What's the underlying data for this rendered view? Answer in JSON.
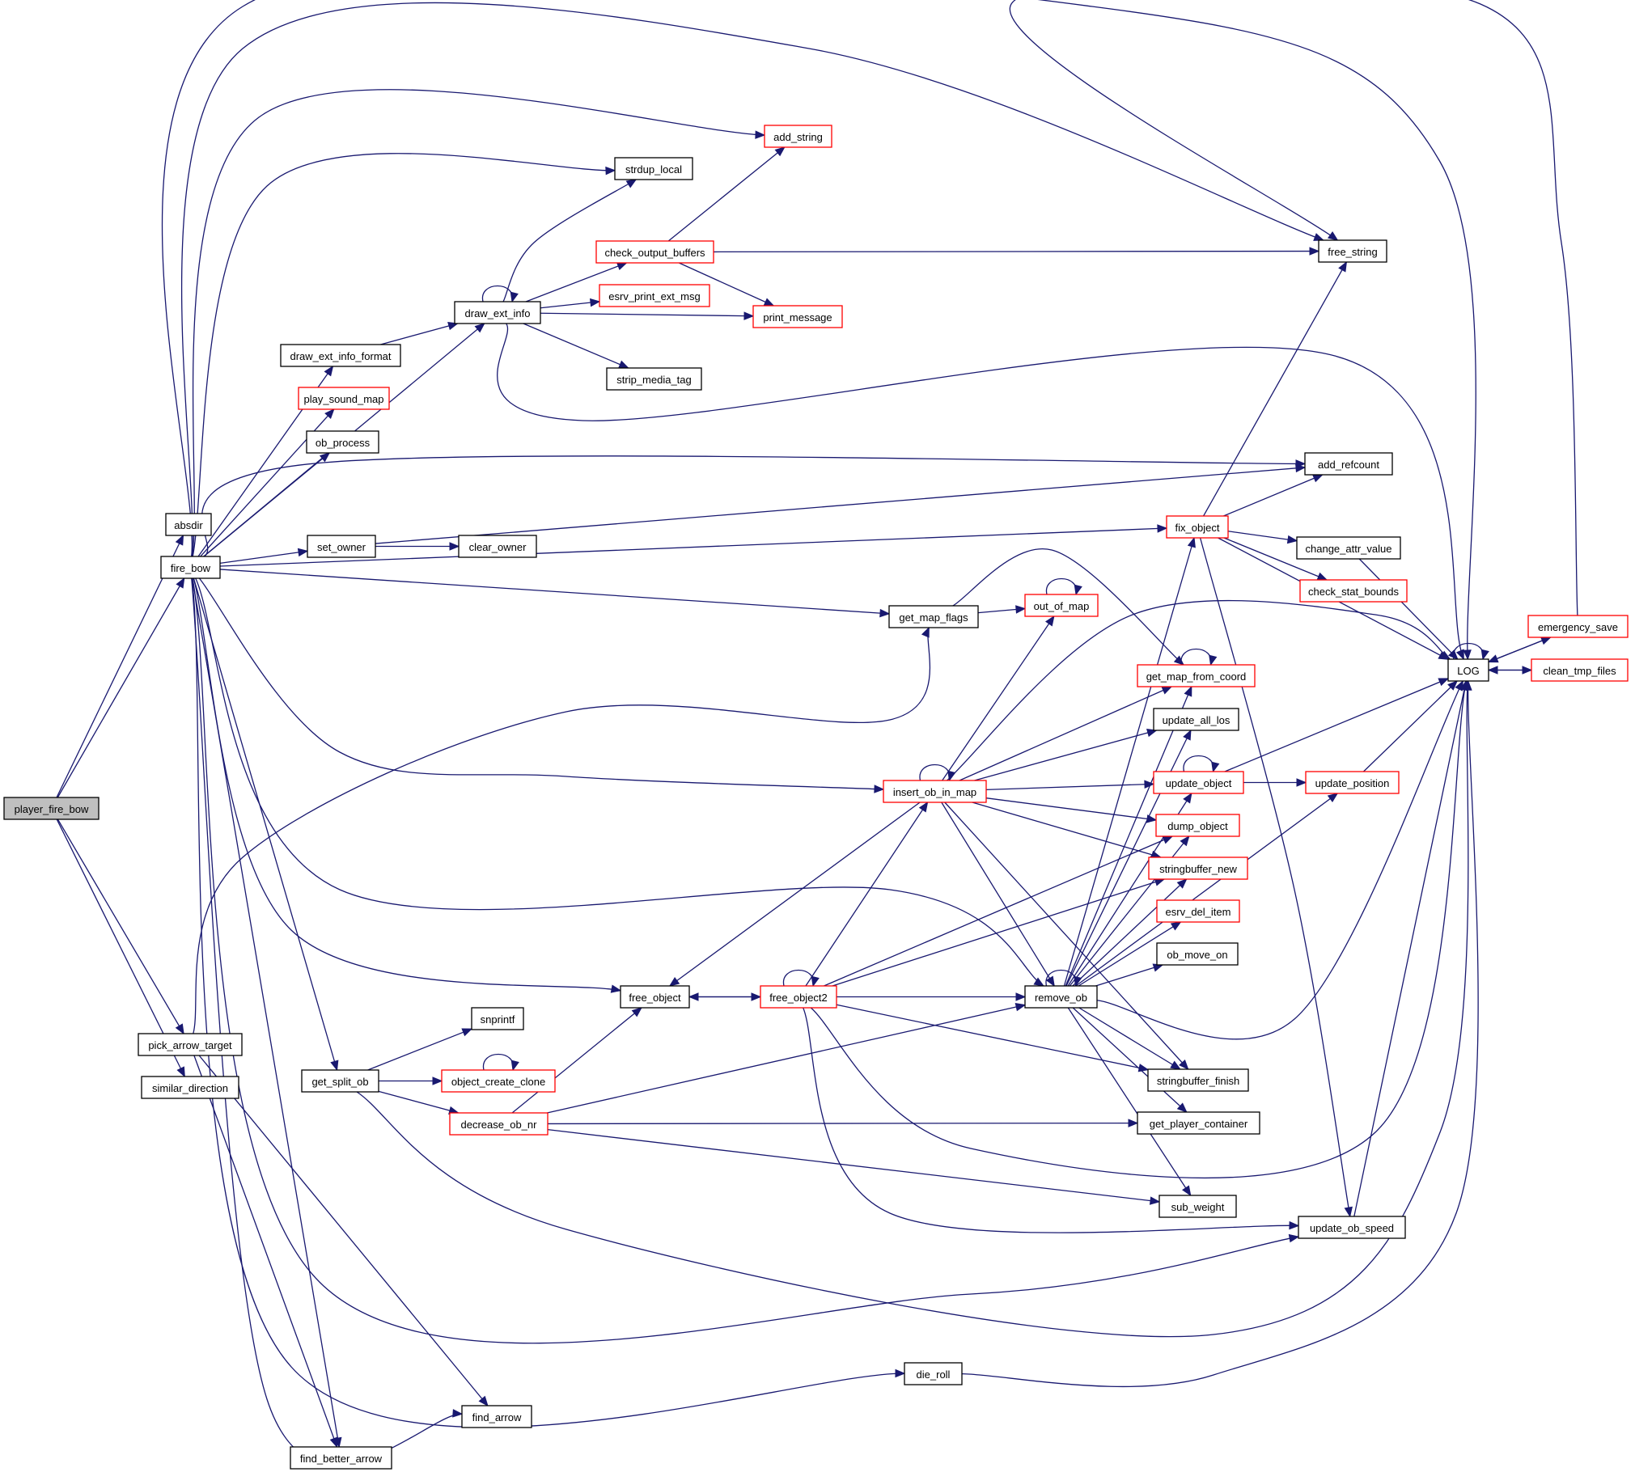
{
  "graph": {
    "colors": {
      "edge": "#191970",
      "node_border": "#000000",
      "truncated_border": "#ff0000",
      "root_fill": "#bfbfbf",
      "node_fill": "#ffffff"
    },
    "root": "player_fire_bow",
    "nodes": [
      {
        "id": "player_fire_bow",
        "label": "player_fire_bow",
        "style": "root"
      },
      {
        "id": "absdir",
        "label": "absdir",
        "style": "normal"
      },
      {
        "id": "fire_bow",
        "label": "fire_bow",
        "style": "normal"
      },
      {
        "id": "pick_arrow_target",
        "label": "pick_arrow_target",
        "style": "normal"
      },
      {
        "id": "similar_direction",
        "label": "similar_direction",
        "style": "normal"
      },
      {
        "id": "add_string",
        "label": "add_string",
        "style": "truncated"
      },
      {
        "id": "strdup_local",
        "label": "strdup_local",
        "style": "normal"
      },
      {
        "id": "check_output_buffers",
        "label": "check_output_buffers",
        "style": "truncated"
      },
      {
        "id": "esrv_print_ext_msg",
        "label": "esrv_print_ext_msg",
        "style": "truncated"
      },
      {
        "id": "draw_ext_info",
        "label": "draw_ext_info",
        "style": "normal"
      },
      {
        "id": "print_message",
        "label": "print_message",
        "style": "truncated"
      },
      {
        "id": "draw_ext_info_format",
        "label": "draw_ext_info_format",
        "style": "normal"
      },
      {
        "id": "strip_media_tag",
        "label": "strip_media_tag",
        "style": "normal"
      },
      {
        "id": "play_sound_map",
        "label": "play_sound_map",
        "style": "truncated"
      },
      {
        "id": "ob_process",
        "label": "ob_process",
        "style": "normal"
      },
      {
        "id": "add_refcount",
        "label": "add_refcount",
        "style": "normal"
      },
      {
        "id": "set_owner",
        "label": "set_owner",
        "style": "normal"
      },
      {
        "id": "clear_owner",
        "label": "clear_owner",
        "style": "normal"
      },
      {
        "id": "fix_object",
        "label": "fix_object",
        "style": "truncated"
      },
      {
        "id": "change_attr_value",
        "label": "change_attr_value",
        "style": "normal"
      },
      {
        "id": "check_stat_bounds",
        "label": "check_stat_bounds",
        "style": "truncated"
      },
      {
        "id": "free_string",
        "label": "free_string",
        "style": "normal"
      },
      {
        "id": "get_map_flags",
        "label": "get_map_flags",
        "style": "normal"
      },
      {
        "id": "out_of_map",
        "label": "out_of_map",
        "style": "truncated"
      },
      {
        "id": "get_map_from_coord",
        "label": "get_map_from_coord",
        "style": "truncated"
      },
      {
        "id": "update_all_los",
        "label": "update_all_los",
        "style": "normal"
      },
      {
        "id": "insert_ob_in_map",
        "label": "insert_ob_in_map",
        "style": "truncated"
      },
      {
        "id": "update_object",
        "label": "update_object",
        "style": "truncated"
      },
      {
        "id": "update_position",
        "label": "update_position",
        "style": "truncated"
      },
      {
        "id": "dump_object",
        "label": "dump_object",
        "style": "truncated"
      },
      {
        "id": "stringbuffer_new",
        "label": "stringbuffer_new",
        "style": "truncated"
      },
      {
        "id": "esrv_del_item",
        "label": "esrv_del_item",
        "style": "truncated"
      },
      {
        "id": "ob_move_on",
        "label": "ob_move_on",
        "style": "normal"
      },
      {
        "id": "free_object",
        "label": "free_object",
        "style": "normal"
      },
      {
        "id": "free_object2",
        "label": "free_object2",
        "style": "truncated"
      },
      {
        "id": "remove_ob",
        "label": "remove_ob",
        "style": "normal"
      },
      {
        "id": "snprintf",
        "label": "snprintf",
        "style": "normal"
      },
      {
        "id": "get_split_ob",
        "label": "get_split_ob",
        "style": "normal"
      },
      {
        "id": "object_create_clone",
        "label": "object_create_clone",
        "style": "truncated"
      },
      {
        "id": "decrease_ob_nr",
        "label": "decrease_ob_nr",
        "style": "truncated"
      },
      {
        "id": "stringbuffer_finish",
        "label": "stringbuffer_finish",
        "style": "normal"
      },
      {
        "id": "get_player_container",
        "label": "get_player_container",
        "style": "normal"
      },
      {
        "id": "sub_weight",
        "label": "sub_weight",
        "style": "normal"
      },
      {
        "id": "update_ob_speed",
        "label": "update_ob_speed",
        "style": "normal"
      },
      {
        "id": "die_roll",
        "label": "die_roll",
        "style": "normal"
      },
      {
        "id": "find_arrow",
        "label": "find_arrow",
        "style": "normal"
      },
      {
        "id": "find_better_arrow",
        "label": "find_better_arrow",
        "style": "normal"
      },
      {
        "id": "LOG",
        "label": "LOG",
        "style": "normal"
      },
      {
        "id": "emergency_save",
        "label": "emergency_save",
        "style": "truncated"
      },
      {
        "id": "clean_tmp_files",
        "label": "clean_tmp_files",
        "style": "truncated"
      }
    ],
    "edges": [
      [
        "player_fire_bow",
        "absdir"
      ],
      [
        "player_fire_bow",
        "fire_bow"
      ],
      [
        "player_fire_bow",
        "pick_arrow_target"
      ],
      [
        "player_fire_bow",
        "similar_direction"
      ],
      [
        "fire_bow",
        "add_string"
      ],
      [
        "fire_bow",
        "strdup_local"
      ],
      [
        "fire_bow",
        "draw_ext_info"
      ],
      [
        "fire_bow",
        "draw_ext_info_format"
      ],
      [
        "fire_bow",
        "play_sound_map"
      ],
      [
        "fire_bow",
        "ob_process"
      ],
      [
        "fire_bow",
        "free_string"
      ],
      [
        "fire_bow",
        "LOG"
      ],
      [
        "fire_bow",
        "add_refcount"
      ],
      [
        "fire_bow",
        "set_owner"
      ],
      [
        "fire_bow",
        "fix_object"
      ],
      [
        "fire_bow",
        "get_map_flags"
      ],
      [
        "fire_bow",
        "insert_ob_in_map"
      ],
      [
        "fire_bow",
        "remove_ob"
      ],
      [
        "fire_bow",
        "free_object"
      ],
      [
        "fire_bow",
        "get_split_ob"
      ],
      [
        "fire_bow",
        "update_ob_speed"
      ],
      [
        "fire_bow",
        "die_roll"
      ],
      [
        "fire_bow",
        "find_arrow"
      ],
      [
        "fire_bow",
        "find_better_arrow"
      ],
      [
        "pick_arrow_target",
        "get_map_flags"
      ],
      [
        "pick_arrow_target",
        "find_arrow"
      ],
      [
        "pick_arrow_target",
        "find_better_arrow"
      ],
      [
        "draw_ext_info",
        "draw_ext_info"
      ],
      [
        "draw_ext_info",
        "strdup_local"
      ],
      [
        "draw_ext_info",
        "check_output_buffers"
      ],
      [
        "draw_ext_info",
        "esrv_print_ext_msg"
      ],
      [
        "draw_ext_info",
        "print_message"
      ],
      [
        "draw_ext_info",
        "strip_media_tag"
      ],
      [
        "draw_ext_info",
        "LOG"
      ],
      [
        "draw_ext_info_format",
        "draw_ext_info"
      ],
      [
        "check_output_buffers",
        "add_string"
      ],
      [
        "check_output_buffers",
        "free_string"
      ],
      [
        "check_output_buffers",
        "print_message"
      ],
      [
        "set_owner",
        "clear_owner"
      ],
      [
        "set_owner",
        "add_refcount"
      ],
      [
        "fix_object",
        "free_string"
      ],
      [
        "fix_object",
        "add_refcount"
      ],
      [
        "fix_object",
        "change_attr_value"
      ],
      [
        "fix_object",
        "check_stat_bounds"
      ],
      [
        "fix_object",
        "LOG"
      ],
      [
        "fix_object",
        "update_ob_speed"
      ],
      [
        "change_attr_value",
        "LOG"
      ],
      [
        "get_map_flags",
        "out_of_map"
      ],
      [
        "get_map_flags",
        "get_map_from_coord"
      ],
      [
        "out_of_map",
        "out_of_map"
      ],
      [
        "get_map_from_coord",
        "get_map_from_coord"
      ],
      [
        "insert_ob_in_map",
        "insert_ob_in_map"
      ],
      [
        "insert_ob_in_map",
        "out_of_map"
      ],
      [
        "insert_ob_in_map",
        "get_map_from_coord"
      ],
      [
        "insert_ob_in_map",
        "LOG"
      ],
      [
        "insert_ob_in_map",
        "update_all_los"
      ],
      [
        "insert_ob_in_map",
        "update_object"
      ],
      [
        "insert_ob_in_map",
        "dump_object"
      ],
      [
        "insert_ob_in_map",
        "stringbuffer_new"
      ],
      [
        "insert_ob_in_map",
        "remove_ob"
      ],
      [
        "insert_ob_in_map",
        "stringbuffer_finish"
      ],
      [
        "insert_ob_in_map",
        "free_object"
      ],
      [
        "update_object",
        "update_object"
      ],
      [
        "update_object",
        "update_position"
      ],
      [
        "update_object",
        "LOG"
      ],
      [
        "update_position",
        "LOG"
      ],
      [
        "free_object",
        "free_object2"
      ],
      [
        "free_object2",
        "free_object2"
      ],
      [
        "free_object2",
        "free_object"
      ],
      [
        "free_object2",
        "insert_ob_in_map"
      ],
      [
        "free_object2",
        "remove_ob"
      ],
      [
        "free_object2",
        "dump_object"
      ],
      [
        "free_object2",
        "stringbuffer_new"
      ],
      [
        "free_object2",
        "stringbuffer_finish"
      ],
      [
        "free_object2",
        "LOG"
      ],
      [
        "free_object2",
        "update_ob_speed"
      ],
      [
        "remove_ob",
        "remove_ob"
      ],
      [
        "remove_ob",
        "fix_object"
      ],
      [
        "remove_ob",
        "get_map_from_coord"
      ],
      [
        "remove_ob",
        "update_all_los"
      ],
      [
        "remove_ob",
        "update_object"
      ],
      [
        "remove_ob",
        "dump_object"
      ],
      [
        "remove_ob",
        "stringbuffer_new"
      ],
      [
        "remove_ob",
        "esrv_del_item"
      ],
      [
        "remove_ob",
        "ob_move_on"
      ],
      [
        "remove_ob",
        "update_position"
      ],
      [
        "remove_ob",
        "LOG"
      ],
      [
        "remove_ob",
        "stringbuffer_finish"
      ],
      [
        "remove_ob",
        "get_player_container"
      ],
      [
        "remove_ob",
        "sub_weight"
      ],
      [
        "get_split_ob",
        "snprintf"
      ],
      [
        "get_split_ob",
        "object_create_clone"
      ],
      [
        "get_split_ob",
        "decrease_ob_nr"
      ],
      [
        "get_split_ob",
        "LOG"
      ],
      [
        "object_create_clone",
        "object_create_clone"
      ],
      [
        "decrease_ob_nr",
        "free_object"
      ],
      [
        "decrease_ob_nr",
        "remove_ob"
      ],
      [
        "decrease_ob_nr",
        "get_player_container"
      ],
      [
        "decrease_ob_nr",
        "sub_weight"
      ],
      [
        "update_ob_speed",
        "LOG"
      ],
      [
        "die_roll",
        "LOG"
      ],
      [
        "LOG",
        "LOG"
      ],
      [
        "LOG",
        "emergency_save"
      ],
      [
        "LOG",
        "clean_tmp_files"
      ],
      [
        "emergency_save",
        "LOG"
      ],
      [
        "emergency_save",
        "free_string"
      ],
      [
        "clean_tmp_files",
        "LOG"
      ]
    ]
  }
}
